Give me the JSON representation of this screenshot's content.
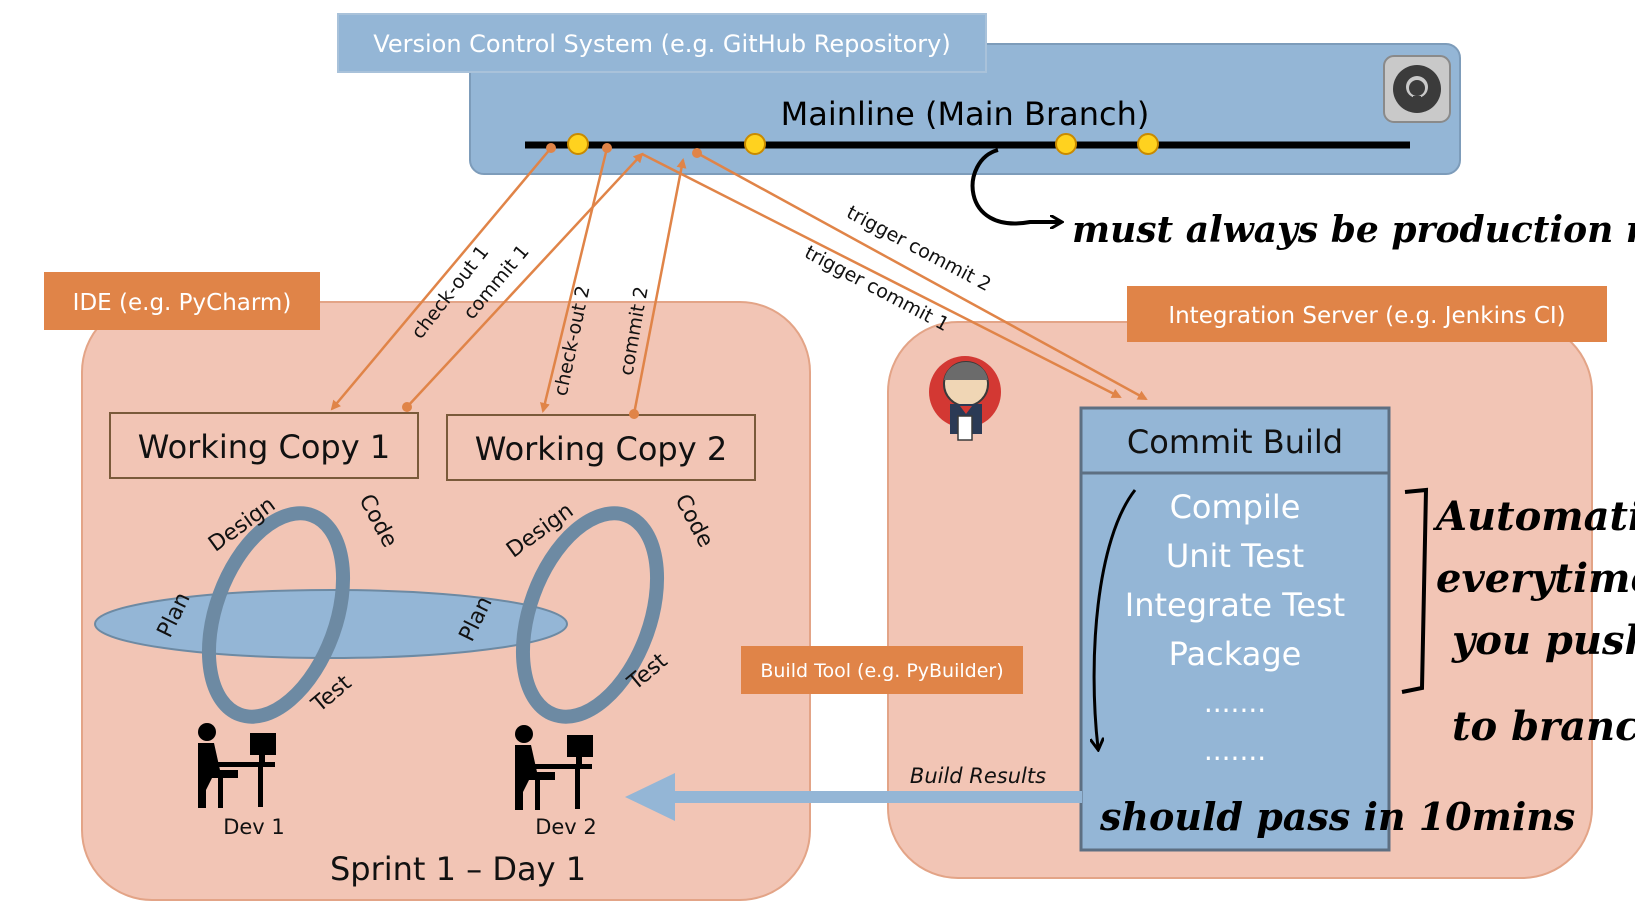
{
  "vcs": {
    "title": "Version Control System (e.g. GitHub Repository)",
    "mainline": "Mainline (Main Branch)",
    "icon": "github-icon"
  },
  "note_production": "must always be production ready",
  "ide": {
    "title": "IDE (e.g. PyCharm)",
    "working_copy_1": "Working Copy 1",
    "working_copy_2": "Working Copy 2",
    "sprint": "Sprint 1 – Day 1"
  },
  "cycle_1": {
    "design": "Design",
    "code": "Code",
    "plan": "Plan",
    "test": "Test",
    "dev": "Dev 1"
  },
  "cycle_2": {
    "design": "Design",
    "code": "Code",
    "plan": "Plan",
    "test": "Test",
    "dev": "Dev 2"
  },
  "arrows": {
    "checkout_1": "check-out 1",
    "commit_1": "commit 1",
    "checkout_2": "check-out 2",
    "commit_2": "commit 2",
    "trigger_commit_1": "trigger commit 1",
    "trigger_commit_2": "trigger commit 2"
  },
  "integration": {
    "title": "Integration Server (e.g. Jenkins CI)",
    "icon": "jenkins-icon"
  },
  "commit_build": {
    "title": "Commit Build",
    "steps": [
      "Compile",
      "Unit Test",
      "Integrate Test",
      "Package",
      ".......",
      "......."
    ]
  },
  "build_tool": "Build Tool (e.g. PyBuilder)",
  "build_results": "Build Results",
  "note_automatic": [
    "Automatic",
    "everytime",
    "you push",
    "to branch"
  ],
  "note_10mins": "should pass in 10mins",
  "colors": {
    "blue_fill": "#94b6d6",
    "blue_dark": "#6d8aa3",
    "orange": "#e08448",
    "salmon": "#f2c5b5",
    "yellow": "#ffd21f"
  }
}
